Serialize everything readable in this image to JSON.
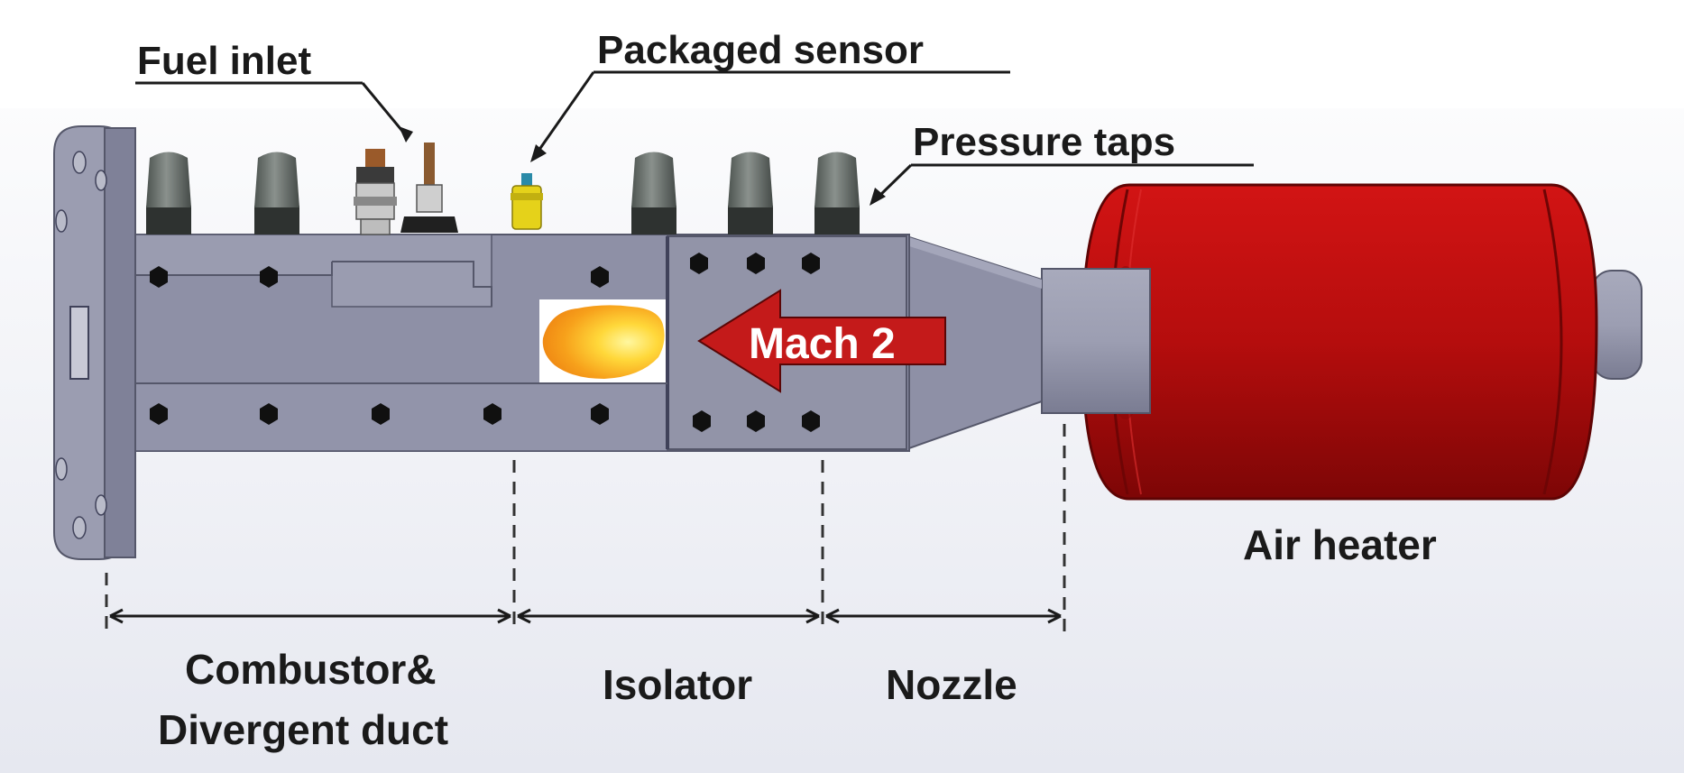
{
  "labels": {
    "fuel_inlet": "Fuel inlet",
    "packaged_sensor": "Packaged sensor",
    "pressure_taps": "Pressure taps",
    "mach": "Mach 2",
    "air_heater": "Air heater",
    "combustor_line1": "Combustor&",
    "combustor_line2": "Divergent duct",
    "isolator": "Isolator",
    "nozzle": "Nozzle"
  },
  "colors": {
    "body": "#8e90a6",
    "body_dark": "#6e7088",
    "heater": "#b50d0d",
    "arrow": "#c41a1a",
    "flame": "#f7a81b",
    "sensor": "#e5d21a"
  }
}
